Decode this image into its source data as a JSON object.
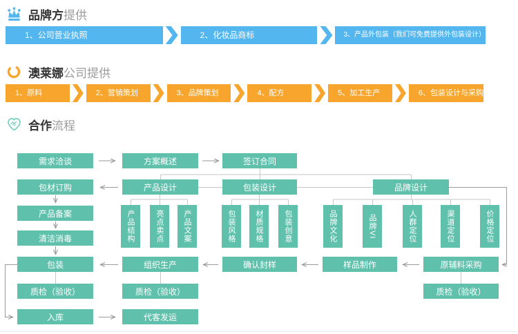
{
  "colors": {
    "blue": "#54b6ef",
    "orange": "#f7a52d",
    "teal": "#5fc0ac",
    "line": "#bcbcbc"
  },
  "brand_section": {
    "title_strong": "品牌方",
    "title_light": "提供",
    "steps": [
      "1、公司营业执照",
      "2、化妆品商标",
      "3、产品外包装（我们可免费提供外包装设计）"
    ]
  },
  "company_section": {
    "title_strong": "澳莱娜",
    "title_light": "公司提供",
    "steps": [
      "1、原料",
      "2、营销策划",
      "3、品牌策划",
      "4、配方",
      "5、加工生产",
      "6、包装设计与采购"
    ]
  },
  "process_section": {
    "title_strong": "合作",
    "title_light": "流程",
    "nodes": {
      "demand": "需求洽谈",
      "proposal": "方案概述",
      "contract": "签订合同",
      "material_order": "包材订购",
      "product_design": "产品设计",
      "package_design": "包装设计",
      "brand_design": "品牌设计",
      "structure": "产品结构",
      "selling": "亮点卖点",
      "copywriting": "产品文案",
      "pkg_style": "包装风格",
      "material_spec": "材质规格",
      "pkg_creative": "包装创意",
      "culture": "品牌文化",
      "vi": "品牌VI",
      "audience": "人群定位",
      "channel": "渠道定位",
      "price": "价格定位",
      "filing": "产品备案",
      "cleaning": "清洁消毒",
      "packing": "包装",
      "production": "组织生产",
      "confirm_sample": "确认封样",
      "sample_making": "样品制作",
      "raw_purchase": "原辅料采购",
      "qc1": "质检（验收）",
      "qc2": "质检（验收）",
      "qc3": "质检（验收）",
      "warehouse": "入库",
      "shipping": "代客发运"
    }
  }
}
